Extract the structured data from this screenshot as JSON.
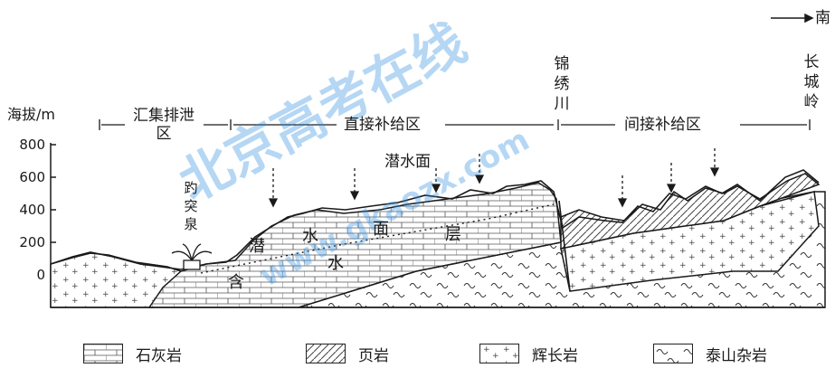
{
  "direction_label": "南",
  "axis": {
    "title": "海拔/m",
    "ticks": [
      "800",
      "600",
      "400",
      "200",
      "0"
    ]
  },
  "zones": {
    "discharge": "汇集排泄区",
    "direct": "直接补给区",
    "indirect": "间接补给区"
  },
  "places": {
    "spring": "趵突泉",
    "river": "锦绣川",
    "ridge": "长城岭"
  },
  "water_text": {
    "table": "潜水面",
    "layer_chars": [
      "潜",
      "水",
      "面",
      "层"
    ],
    "confined_chars": [
      "水",
      "含"
    ]
  },
  "legend": [
    {
      "label": "石灰岩",
      "pattern": "limestone"
    },
    {
      "label": "页岩",
      "pattern": "shale"
    },
    {
      "label": "辉长岩",
      "pattern": "gabbro"
    },
    {
      "label": "泰山杂岩",
      "pattern": "taishan"
    }
  ],
  "watermark": {
    "cn": "北京高考在线",
    "url": "www.gkaozx.com"
  },
  "colors": {
    "line": "#1a1a1a",
    "watermark": "#2f8fe0",
    "highlight": "#f5c04a"
  }
}
